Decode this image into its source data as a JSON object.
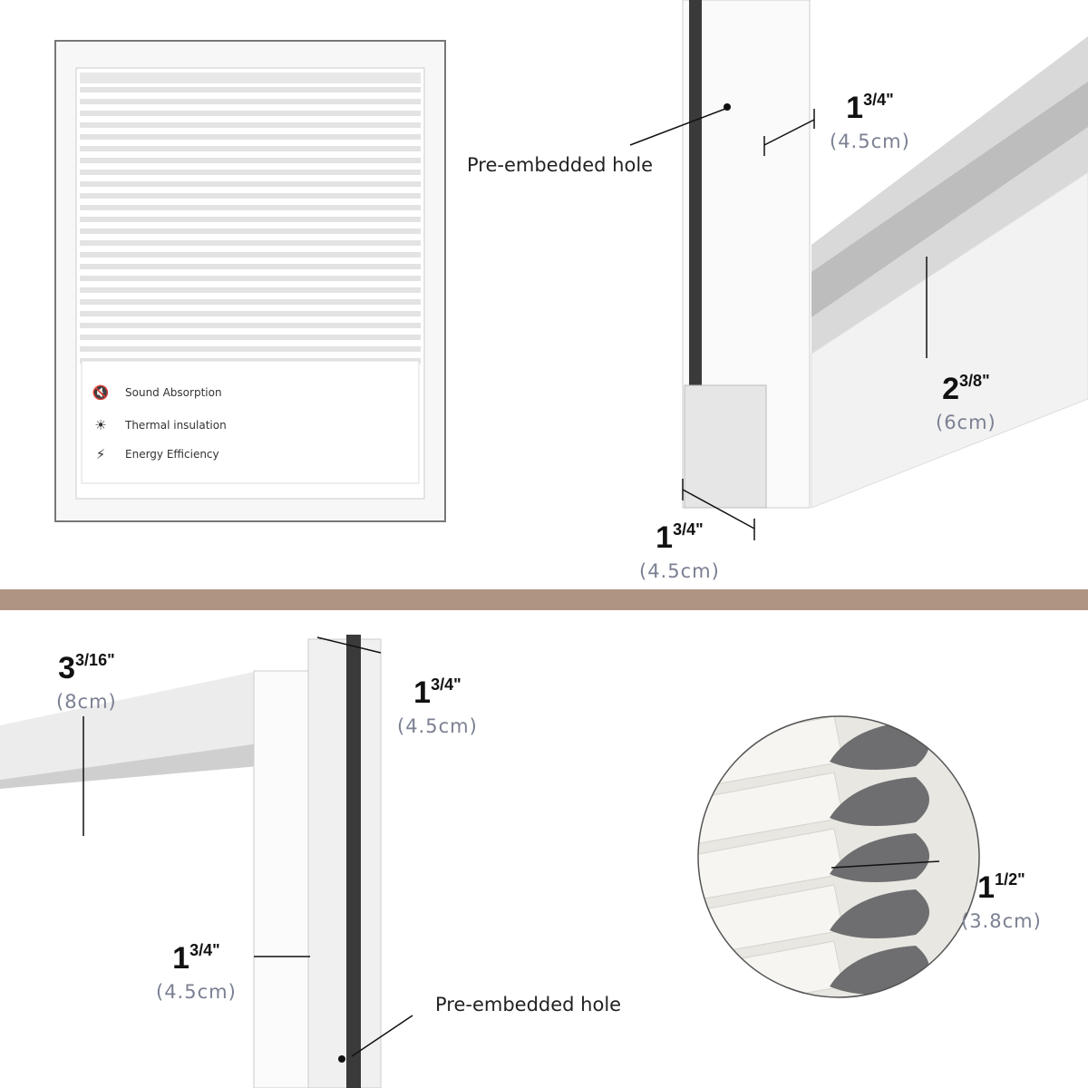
{
  "colors": {
    "divider": "#b09482",
    "cm_text": "#7b8092",
    "seal": "#3a3a3a"
  },
  "features": [
    {
      "icon": "sound-muted-icon",
      "label": "Sound Absorption"
    },
    {
      "icon": "sun-heat-icon",
      "label": "Thermal insulation"
    },
    {
      "icon": "energy-leaf-icon",
      "label": "Energy Efficiency"
    }
  ],
  "callouts": {
    "hole_top": "Pre-embedded hole",
    "hole_bottom": "Pre-embedded hole"
  },
  "dimensions": {
    "tr_width": {
      "whole": "1",
      "frac": "3/4\"",
      "cm": "(4.5cm)"
    },
    "tr_height": {
      "whole": "2",
      "frac": "3/8\"",
      "cm": "(6cm)"
    },
    "tr_depth": {
      "whole": "1",
      "frac": "3/4\"",
      "cm": "(4.5cm)"
    },
    "bl_height": {
      "whole": "3",
      "frac": "3/16\"",
      "cm": "(8cm)"
    },
    "bl_depth": {
      "whole": "1",
      "frac": "3/4\"",
      "cm": "(4.5cm)"
    },
    "bl_width": {
      "whole": "1",
      "frac": "3/4\"",
      "cm": "(4.5cm)"
    },
    "cell": {
      "whole": "1",
      "frac": "1/2\"",
      "cm": "(3.8cm)"
    }
  }
}
